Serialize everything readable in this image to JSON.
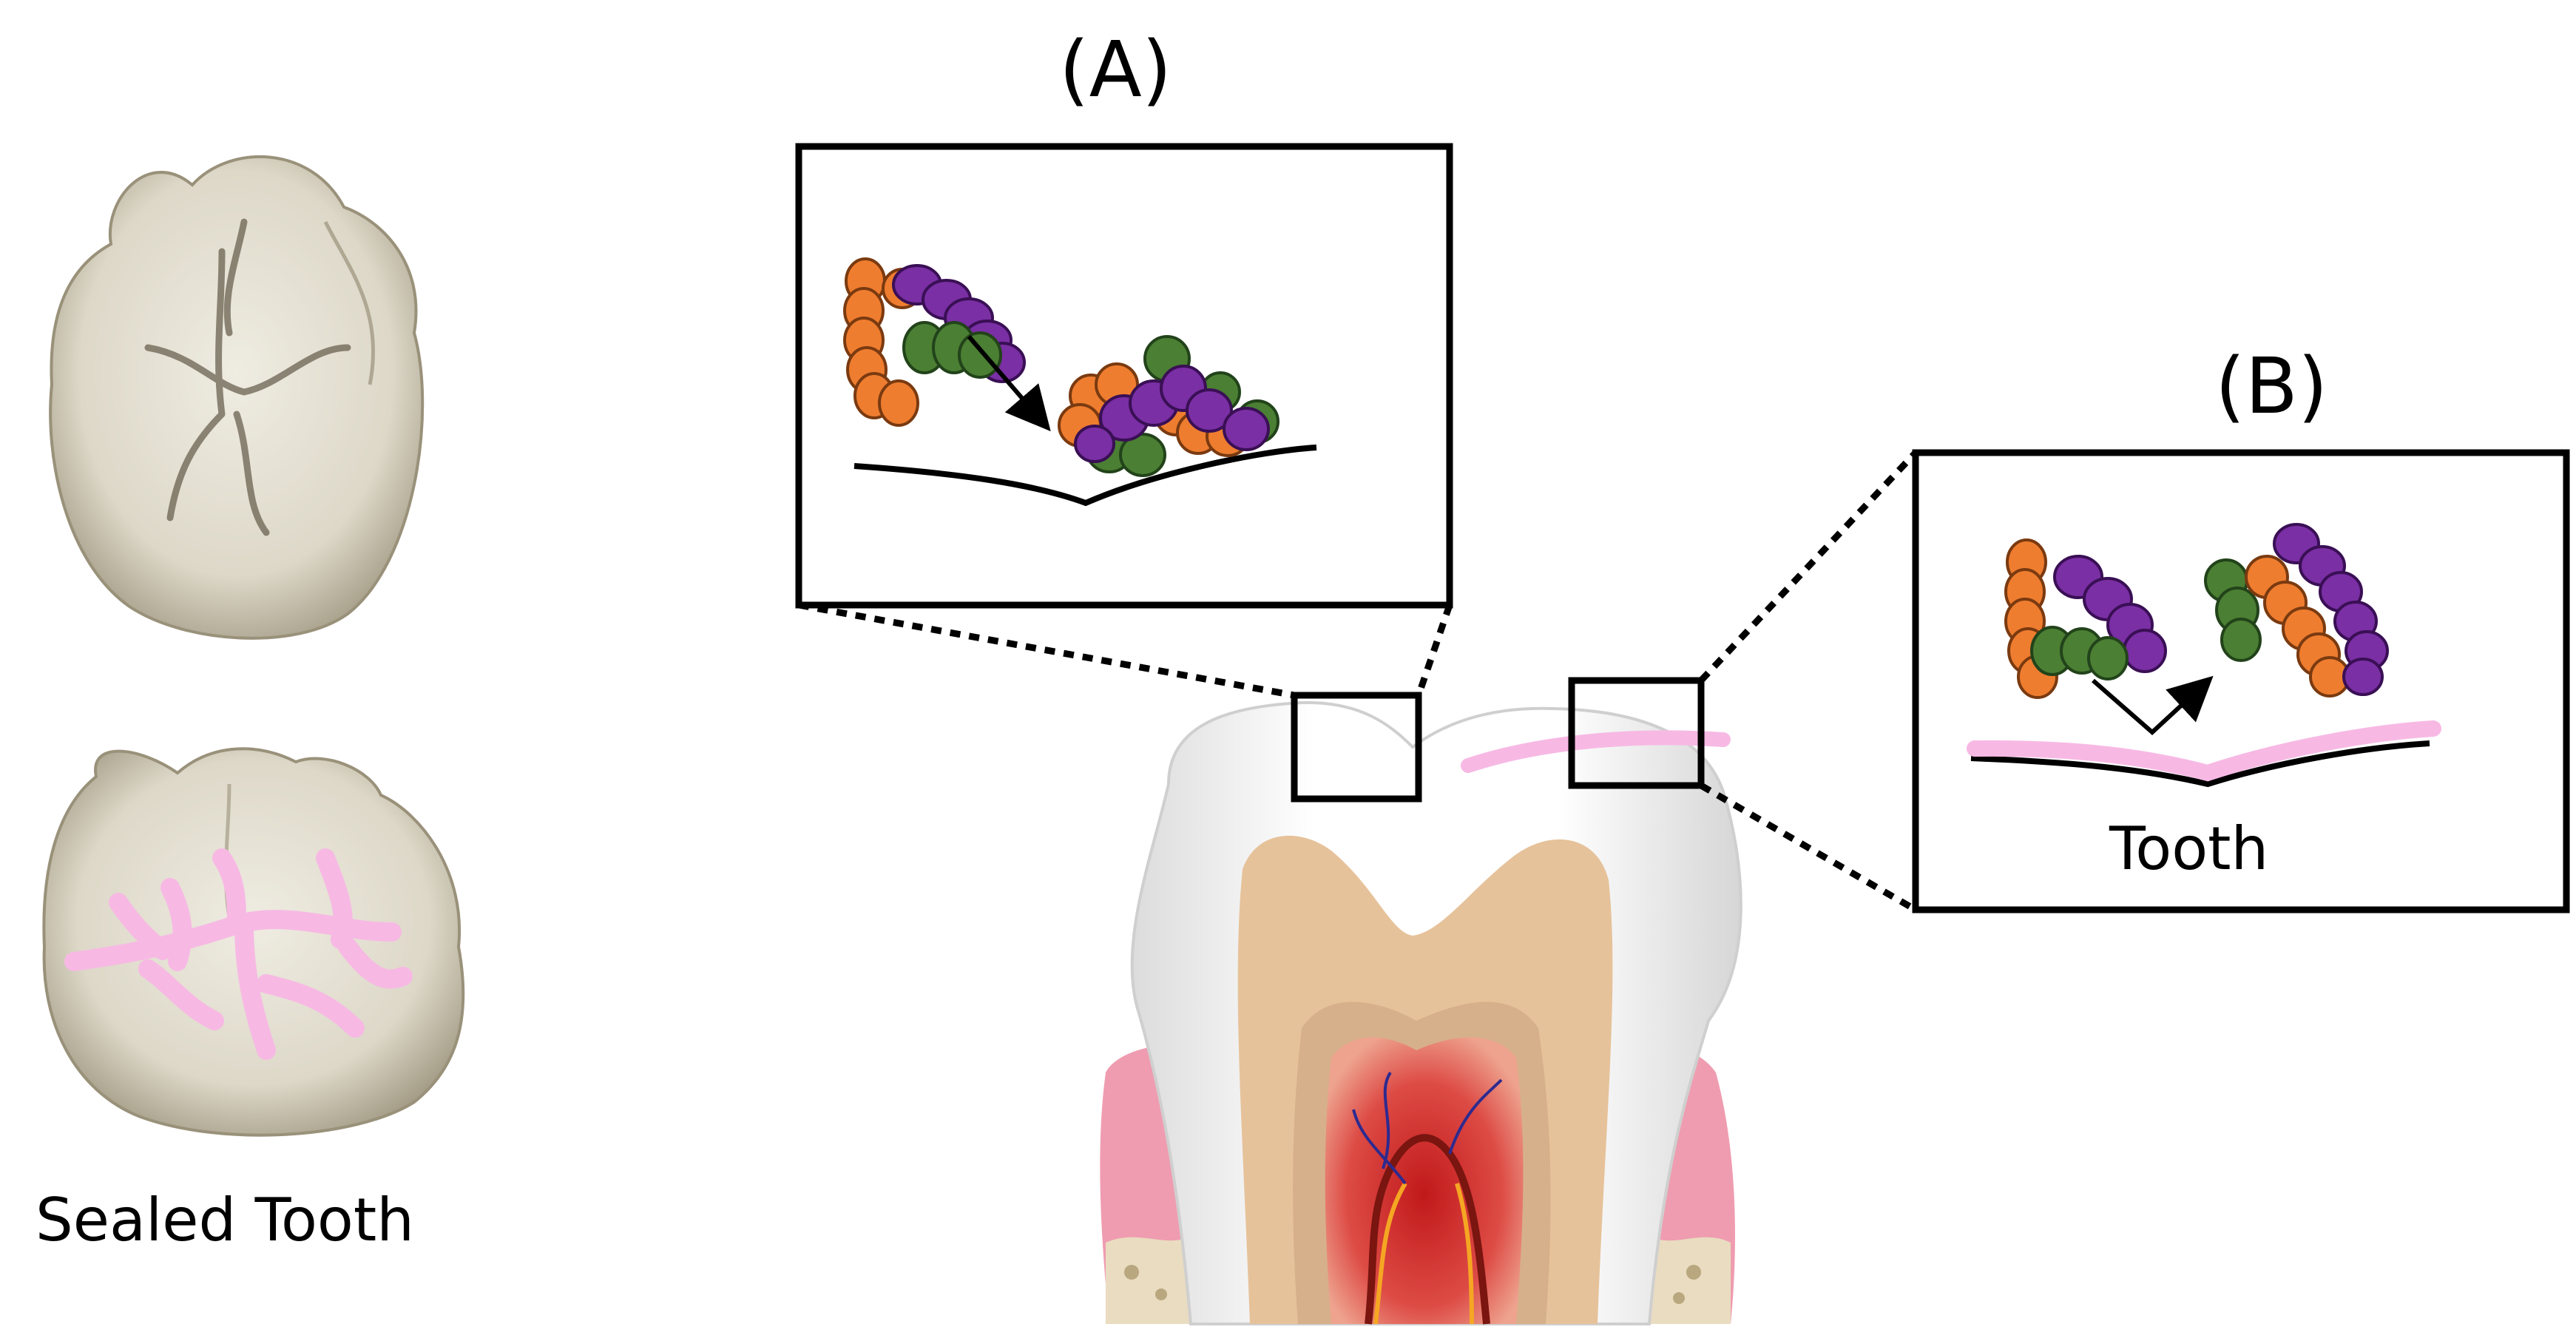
{
  "labels": {
    "panel_a": "(A)",
    "panel_b": "(B)",
    "sealed_tooth": "Sealed Tooth",
    "tooth": "Tooth"
  },
  "colors": {
    "bacteria_orange": "#ef7d2f",
    "bacteria_purple": "#7a2fa4",
    "bacteria_green": "#4b7f33",
    "sealant_pink": "#f7b9e4",
    "enamel": "#f3f3f3",
    "dentin": "#e6c29a",
    "pulp": "#d8403c",
    "gum": "#ef9cb0",
    "molar_top": "#d9d4c4"
  },
  "icons": [
    "molar-top-view",
    "sealed-molar-top-view",
    "tooth-cross-section",
    "bacteria-cluster",
    "arrow"
  ]
}
